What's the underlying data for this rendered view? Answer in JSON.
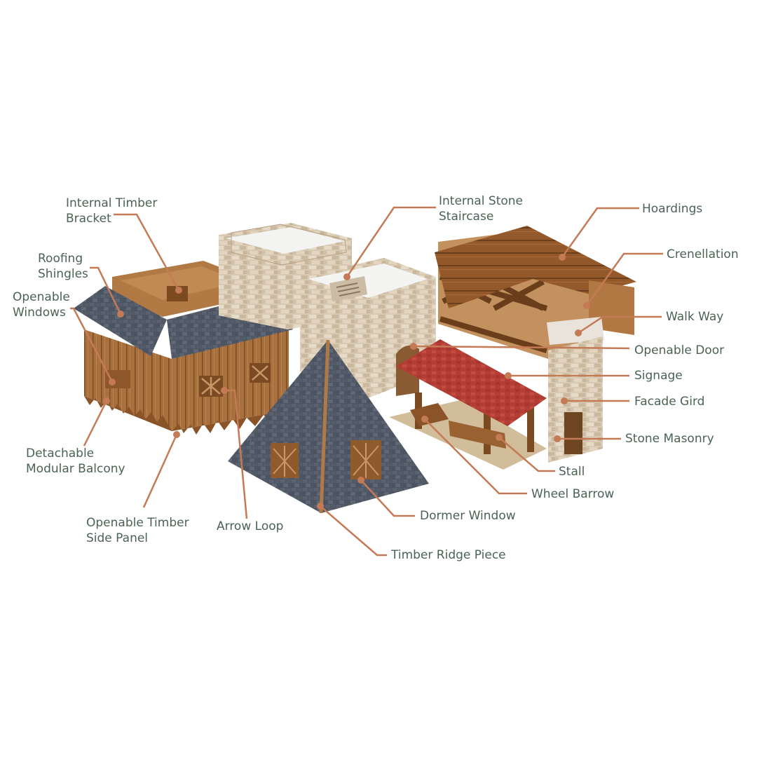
{
  "colors": {
    "label_text": "#4a6355",
    "leader_line": "#c57a56",
    "timber": "#a56a38",
    "timber_dark": "#6e4220",
    "stone": "#d9cbb7",
    "slate": "#4e5663",
    "red_tile": "#b23d34"
  },
  "callouts": [
    {
      "id": "internal-timber-bracket",
      "lines": [
        "Internal Timber",
        "Bracket"
      ]
    },
    {
      "id": "roofing-shingles",
      "lines": [
        "Roofing",
        "Shingles"
      ]
    },
    {
      "id": "openable-windows",
      "lines": [
        "Openable",
        "Windows"
      ]
    },
    {
      "id": "detachable-modular-balcony",
      "lines": [
        "Detachable",
        "Modular Balcony"
      ]
    },
    {
      "id": "openable-timber-side-panel",
      "lines": [
        "Openable Timber",
        "Side Panel"
      ]
    },
    {
      "id": "arrow-loop",
      "lines": [
        "Arrow Loop"
      ]
    },
    {
      "id": "internal-stone-staircase",
      "lines": [
        "Internal Stone",
        "Staircase"
      ]
    },
    {
      "id": "hoardings",
      "lines": [
        "Hoardings"
      ]
    },
    {
      "id": "crenellation",
      "lines": [
        "Crenellation"
      ]
    },
    {
      "id": "walk-way",
      "lines": [
        "Walk Way"
      ]
    },
    {
      "id": "openable-door",
      "lines": [
        "Openable Door"
      ]
    },
    {
      "id": "signage",
      "lines": [
        "Signage"
      ]
    },
    {
      "id": "facade-gird",
      "lines": [
        "Facade Gird"
      ]
    },
    {
      "id": "stone-masonry",
      "lines": [
        "Stone Masonry"
      ]
    },
    {
      "id": "stall",
      "lines": [
        "Stall"
      ]
    },
    {
      "id": "wheel-barrow",
      "lines": [
        "Wheel Barrow"
      ]
    },
    {
      "id": "dormer-window",
      "lines": [
        "Dormer Window"
      ]
    },
    {
      "id": "timber-ridge-piece",
      "lines": [
        "Timber Ridge Piece"
      ]
    }
  ]
}
